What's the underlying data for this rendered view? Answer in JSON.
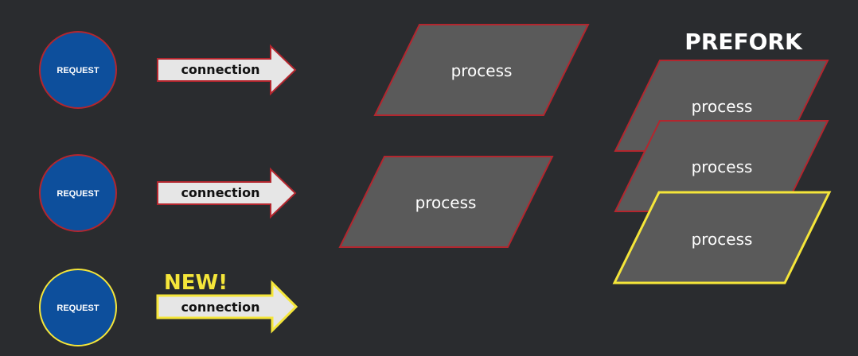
{
  "diagram": {
    "title": "PREFORK",
    "new_badge": "NEW!",
    "requests": [
      {
        "label": "REQUEST"
      },
      {
        "label": "REQUEST"
      },
      {
        "label": "REQUEST"
      }
    ],
    "connections": [
      {
        "label": "connection"
      },
      {
        "label": "connection"
      },
      {
        "label": "connection"
      }
    ],
    "processes": [
      {
        "label": "process"
      },
      {
        "label": "process"
      }
    ],
    "pool_processes": [
      {
        "label": "process"
      },
      {
        "label": "process"
      },
      {
        "label": "process"
      }
    ]
  },
  "colors": {
    "background": "#2a2c2f",
    "request_fill": "#0d4f9c",
    "border_red": "#b3262e",
    "highlight_yellow": "#f5e63a",
    "process_fill": "#5a5a5a",
    "arrow_fill": "#e6e6e6"
  }
}
